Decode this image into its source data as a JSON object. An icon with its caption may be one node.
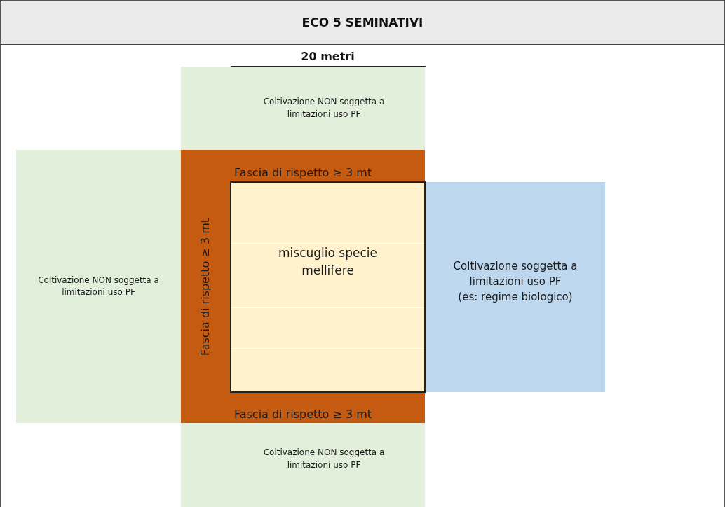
{
  "diagram": {
    "title": "ECO 5 SEMINATIVI",
    "nodes": [
      {
        "text": [
          "Coltivazione NON soggetta a limitazioni uso PF"
        ]
      },
      {
        "text": [
          "Fascia di rispetto ≥ 3 mt"
        ]
      },
      {
        "text": [
          "Coltivazione NON soggetta a limitazioni uso PF"
        ]
      },
      {
        "text": [
          "Fascia di rispetto ≥ 3 mt"
        ]
      },
      {
        "text": [
          "miscuglio specie mellifere"
        ]
      },
      {
        "text": [
          "Coltivazione soggetta a limitazioni uso PF",
          "(es: regime biologico)"
        ]
      },
      {
        "text": [
          "Fascia di rispetto ≥ 3 mt"
        ]
      },
      {
        "text": [
          "Coltivazione NON soggetta a limitazioni uso PF"
        ]
      }
    ],
    "labels": [
      "20 metri"
    ]
  }
}
